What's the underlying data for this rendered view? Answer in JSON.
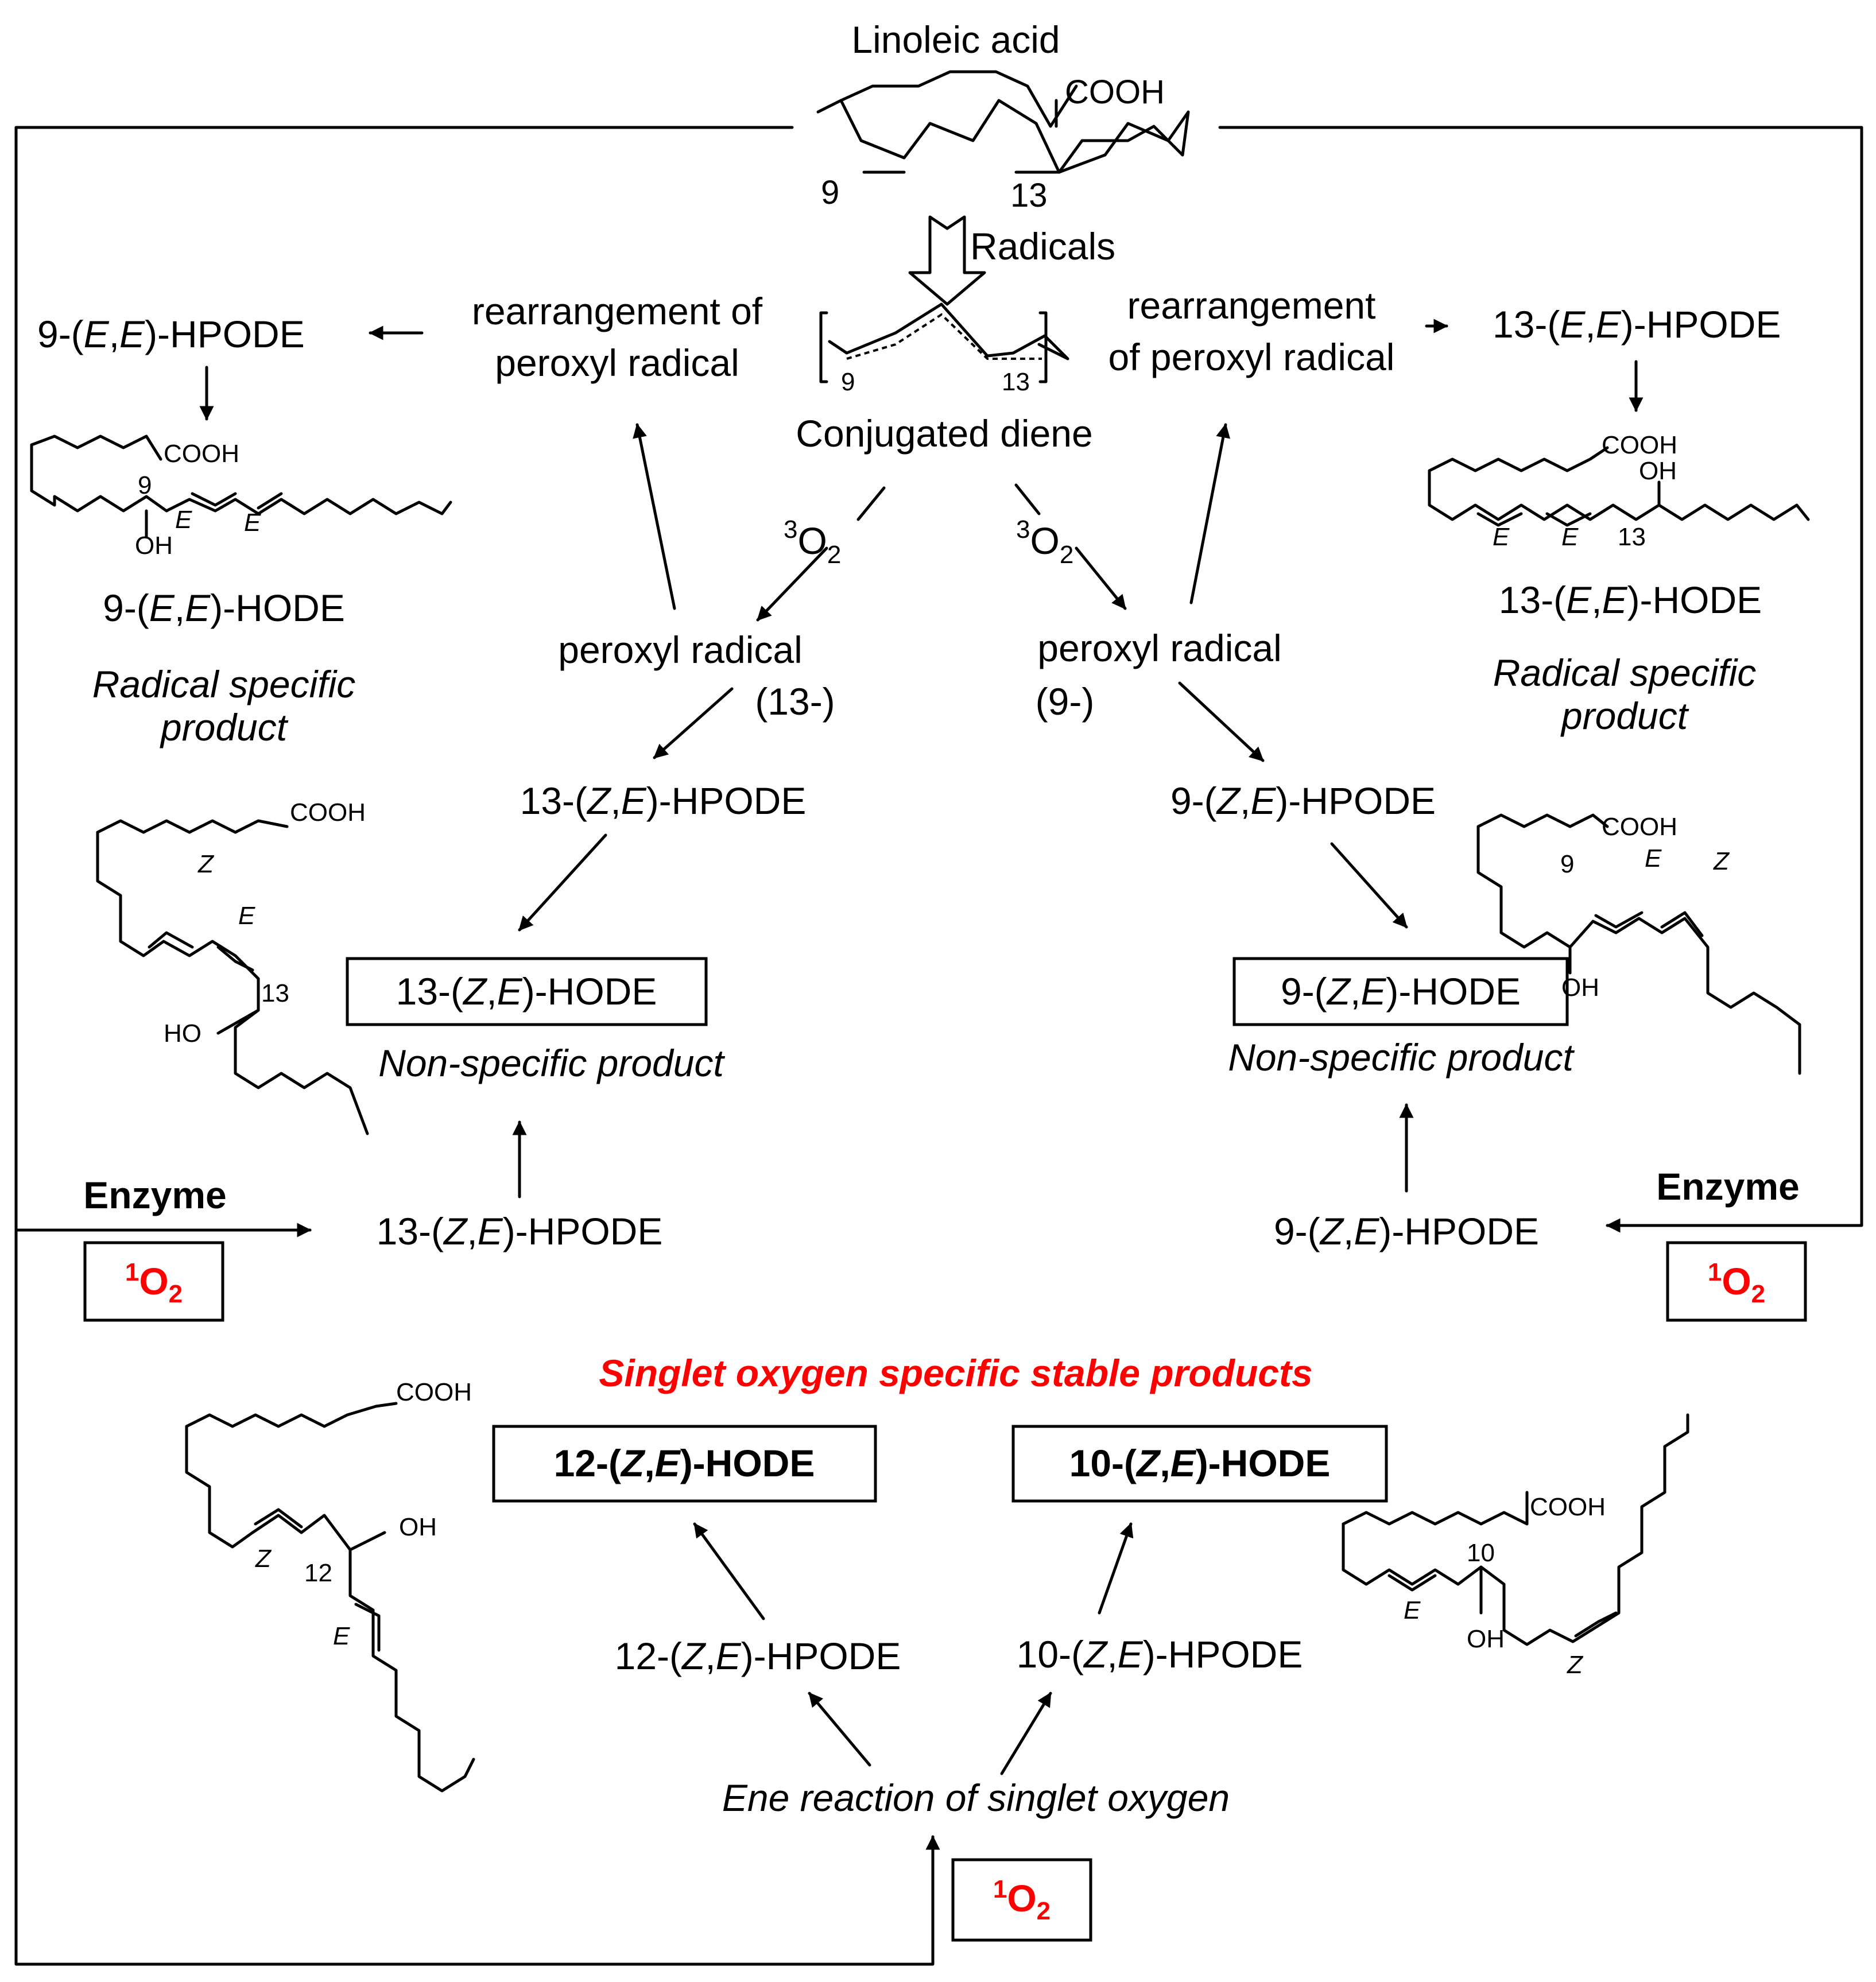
{
  "top": {
    "linoleic_acid": "Linoleic acid",
    "cooh": "COOH",
    "c9": "9",
    "c13": "13",
    "radicals": "Radicals",
    "conjugated_diene": "Conjugated diene"
  },
  "rearrangement": {
    "left_line1": "rearrangement of",
    "left_line2": "peroxyl radical",
    "right_line1": "rearrangement",
    "right_line2": "of peroxyl radical"
  },
  "oxygen": {
    "triplet_sup": "3",
    "triplet_o": "O",
    "triplet_sub": "2",
    "singlet_sup": "1",
    "singlet_o": "O",
    "singlet_sub": "2"
  },
  "peroxyl": {
    "label": "peroxyl radical",
    "pos13": "(13-)",
    "pos9": "(9-)"
  },
  "radical_products": {
    "left_hpode_pre": "9-(",
    "right_hpode_pre": "13-(",
    "e": "E",
    "z": "Z",
    "comma": ",",
    "hpode_suffix": ")-HPODE",
    "hode_suffix": ")-HODE",
    "left_hode_pre": "9-(",
    "right_hode_pre": "13-(",
    "specific_line1": "Radical specific",
    "specific_line2": "product"
  },
  "nonspecific": {
    "hpode13_pre": "13-(",
    "hpode9_pre": "9-(",
    "hode13_pre": "13-(",
    "hode9_pre": "9-(",
    "label": "Non-specific product"
  },
  "enzyme": {
    "label": "Enzyme"
  },
  "singlet": {
    "title": "Singlet oxygen specific stable products",
    "hode12_pre": "12-(",
    "hode10_pre": "10-(",
    "hpode12_pre": "12-(",
    "hpode10_pre": "10-(",
    "ene": "Ene reaction of singlet oxygen"
  },
  "struct_labels": {
    "oh": "OH",
    "ho": "HO",
    "n9": "9",
    "n13": "13",
    "n12": "12",
    "n10": "10"
  }
}
